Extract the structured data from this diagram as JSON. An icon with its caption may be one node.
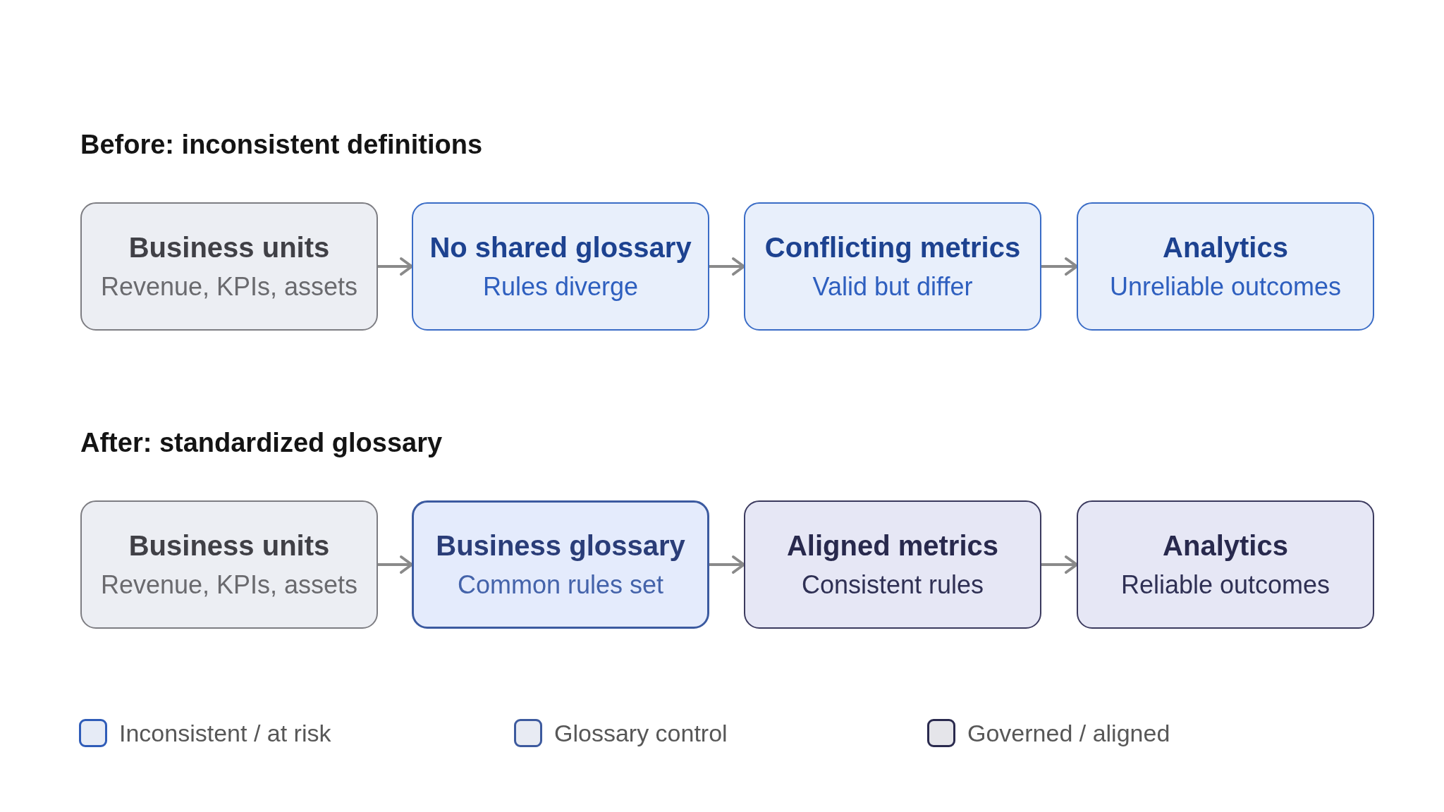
{
  "diagram": {
    "nodes": [
      {
        "text": [
          "Business units",
          "Revenue, KPIs, assets"
        ]
      },
      {
        "text": [
          "No shared glossary",
          "Rules diverge"
        ]
      },
      {
        "text": [
          "Conflicting metrics",
          "Valid but differ"
        ]
      },
      {
        "text": [
          "Analytics",
          "Unreliable outcomes"
        ]
      },
      {
        "text": [
          "Business units",
          "Revenue, KPIs, assets"
        ]
      },
      {
        "text": [
          "Business glossary",
          "Common rules set"
        ]
      },
      {
        "text": [
          "Aligned metrics",
          "Consistent rules"
        ]
      },
      {
        "text": [
          "Analytics",
          "Reliable outcomes"
        ]
      }
    ],
    "edges": [
      {
        "from": 0,
        "to": 1,
        "arrow": "to"
      },
      {
        "from": 1,
        "to": 2,
        "arrow": "to"
      },
      {
        "from": 2,
        "to": 3,
        "arrow": "to"
      },
      {
        "from": 4,
        "to": 5,
        "arrow": "to"
      },
      {
        "from": 5,
        "to": 6,
        "arrow": "to"
      },
      {
        "from": 6,
        "to": 7,
        "arrow": "to"
      }
    ],
    "labels": [
      "Before: inconsistent definitions",
      "After: standardized glossary"
    ],
    "legend": [
      {
        "text": "Inconsistent / at risk",
        "color": "#2f5cb8"
      },
      {
        "text": "Glossary control",
        "color": "#3d5a9e"
      },
      {
        "text": "Governed / aligned",
        "color": "#2a2a4e"
      }
    ]
  }
}
